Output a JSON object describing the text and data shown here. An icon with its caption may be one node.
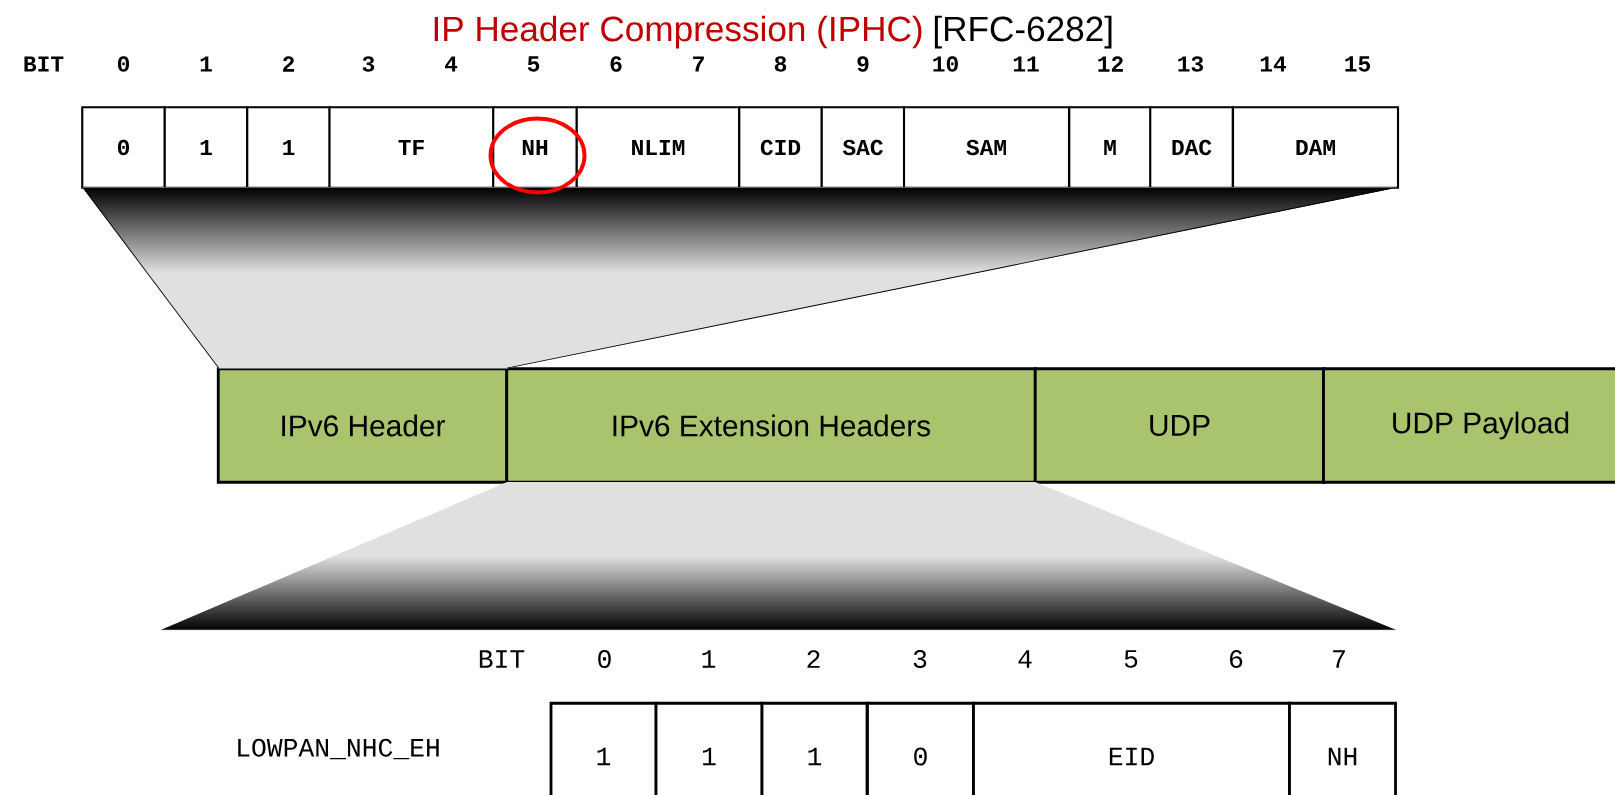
{
  "diagram": {
    "title": "IP Header Compression (IPHC)",
    "nodes": [
      {
        "text": [
          "0"
        ]
      },
      {
        "text": [
          "1"
        ]
      },
      {
        "text": [
          "1"
        ]
      },
      {
        "text": [
          "TF"
        ]
      },
      {
        "text": [
          "NH"
        ]
      },
      {
        "text": [
          "NLIM"
        ]
      },
      {
        "text": [
          "CID"
        ]
      },
      {
        "text": [
          "SAC"
        ]
      },
      {
        "text": [
          "SAM"
        ]
      },
      {
        "text": [
          "M"
        ]
      },
      {
        "text": [
          "DAC"
        ]
      },
      {
        "text": [
          "DAM"
        ]
      },
      {
        "text": [
          "IPv6 Header"
        ]
      },
      {
        "text": [
          "IPv6 Extension Headers"
        ]
      },
      {
        "text": [
          "UDP"
        ]
      },
      {
        "text": [
          "UDP Payload"
        ]
      },
      {
        "text": [
          "1"
        ]
      },
      {
        "text": [
          "1"
        ]
      },
      {
        "text": [
          "1"
        ]
      },
      {
        "text": [
          "0"
        ]
      },
      {
        "text": [
          "EID"
        ]
      },
      {
        "text": [
          "NH"
        ]
      },
      {
        "text": [],
        "shape": "trapezoid"
      },
      {
        "text": [],
        "shape": "trapezoid"
      }
    ],
    "labels": [
      "[RFC-6282]",
      "BIT",
      "0",
      "1",
      "2",
      "3",
      "4",
      "5",
      "6",
      "7",
      "8",
      "9",
      "10",
      "11",
      "12",
      "13",
      "14",
      "15",
      "BIT",
      "0",
      "1",
      "2",
      "3",
      "4",
      "5",
      "6",
      "7",
      "LOWPAN_NHC_EH"
    ]
  }
}
